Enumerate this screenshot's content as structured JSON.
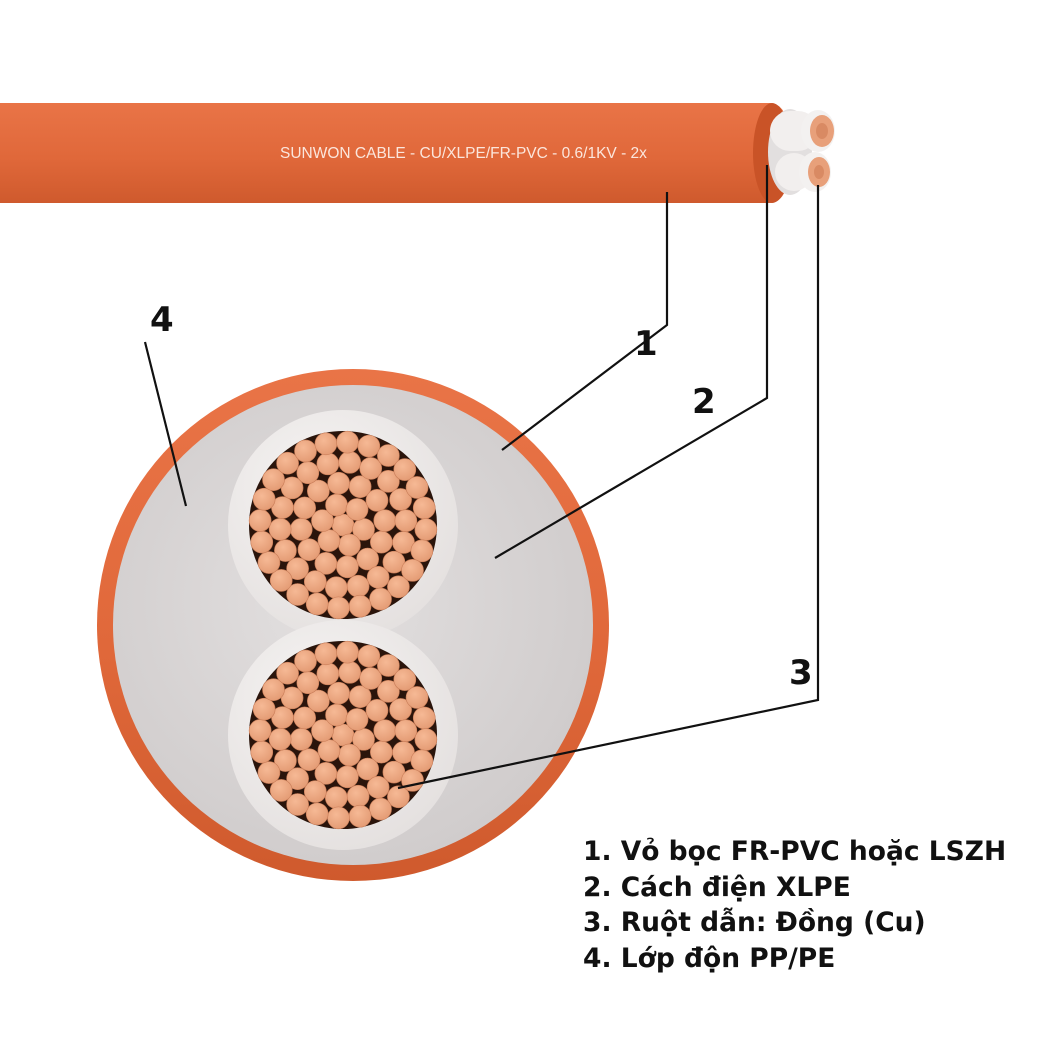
{
  "cable_print": "SUNWON CABLE - CU/XLPE/FR-PVC - 0.6/1KV - 2x",
  "callouts": [
    {
      "number": "1"
    },
    {
      "number": "2"
    },
    {
      "number": "3"
    },
    {
      "number": "4"
    }
  ],
  "legend": [
    "1. Vỏ bọc FR-PVC hoặc LSZH",
    "2. Cách điện XLPE",
    "3. Ruột dẫn: Đồng (Cu)",
    "4. Lớp độn PP/PE"
  ],
  "colors": {
    "sheath": "#e0683a",
    "sheath_dark": "#c9552b",
    "filler": "#d9d6d6",
    "insulation": "#efeceb",
    "copper": "#eea47e",
    "copper_dark": "#1a0d08",
    "leader": "#111111"
  }
}
